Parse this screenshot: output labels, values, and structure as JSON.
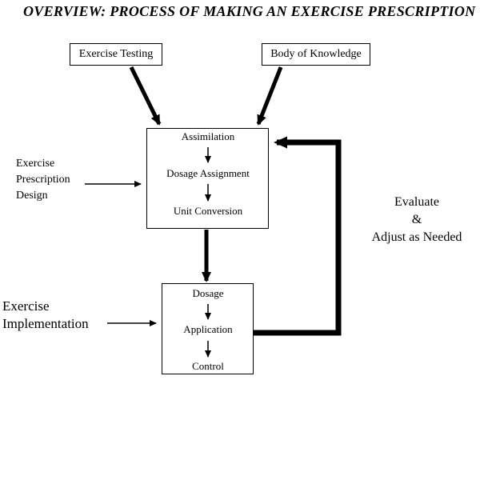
{
  "title": "OVERVIEW: PROCESS OF MAKING AN EXERCISE PRESCRIPTION",
  "colors": {
    "ink": "#000000",
    "background": "#ffffff"
  },
  "sources": {
    "exercise_testing": {
      "label": "Exercise Testing"
    },
    "body_of_knowledge": {
      "label": "Body of Knowledge"
    }
  },
  "process_boxes": {
    "prescription": {
      "steps": [
        "Assimilation",
        "Dosage Assignment",
        "Unit Conversion"
      ]
    },
    "implementation": {
      "steps": [
        "Dosage",
        "Application",
        "Control"
      ]
    }
  },
  "side_labels": {
    "prescription_design": {
      "lines": [
        "Exercise",
        "Prescription",
        "Design"
      ]
    },
    "implementation": {
      "lines": [
        "Exercise",
        "Implementation"
      ]
    },
    "evaluate": {
      "lines": [
        "Evaluate",
        "&",
        "Adjust as Needed"
      ]
    }
  }
}
